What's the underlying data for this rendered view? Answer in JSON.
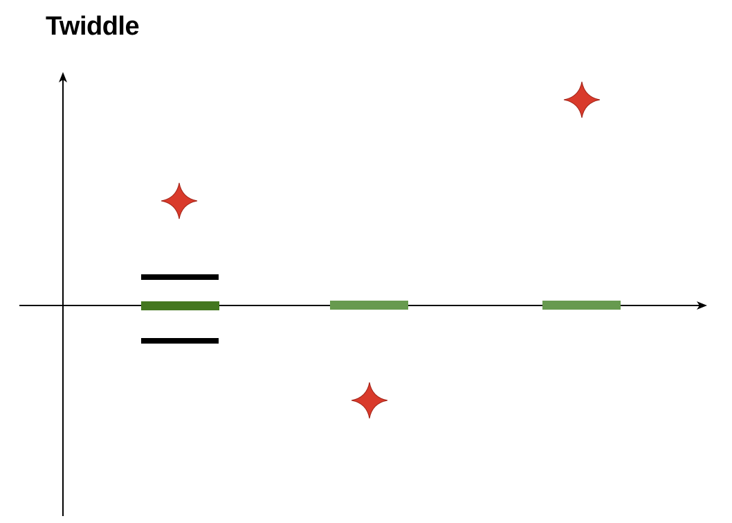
{
  "title": "Twiddle",
  "colors": {
    "axis": "#000000",
    "star_fill": "#d93a2b",
    "star_stroke": "#a12418",
    "bar_dark_green": "#447720",
    "bar_light_green": "#679a4f",
    "bar_black": "#000000"
  },
  "icons": [
    "arrow-up-icon",
    "arrow-right-icon",
    "four-point-star-icon"
  ],
  "markers": {
    "stars": 3,
    "green_bars": 3,
    "black_bars": 2
  }
}
